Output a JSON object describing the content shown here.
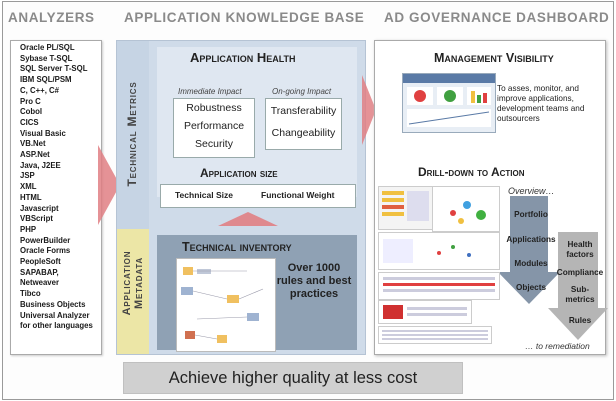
{
  "columns": {
    "analyzers": "ANALYZERS",
    "knowledge_base": "APPLICATION KNOWLEDGE BASE",
    "governance": "AD GOVERNANCE DASHBOARD"
  },
  "analyzers": [
    "Oracle PL/SQL",
    "Sybase T-SQL",
    "SQL Server T-SQL",
    "IBM SQL/PSM",
    "C, C++, C#",
    "Pro C",
    "Cobol",
    "CICS",
    "Visual Basic",
    "VB.Net",
    "ASP.Net",
    "Java, J2EE",
    "JSP",
    "XML",
    "HTML",
    "Javascript",
    "VBScript",
    "PHP",
    "PowerBuilder",
    "Oracle Forms",
    "PeopleSoft",
    "SAPABAP,",
    "Netweaver",
    "Tibco",
    "Business Objects",
    "Universal Analyzer",
    "for other languages"
  ],
  "knowledge_base": {
    "technical_metrics_label": "Technical Metrics",
    "metadata_label_1": "Application",
    "metadata_label_2": "Metadata",
    "health": {
      "title": "Application Health",
      "immediate_label": "Immediate Impact",
      "ongoing_label": "On-going Impact",
      "immediate": [
        "Robustness",
        "Performance",
        "Security"
      ],
      "ongoing": [
        "Transferability",
        "Changeability"
      ]
    },
    "size": {
      "title": "Application size",
      "items": [
        "Technical Size",
        "Functional Weight"
      ]
    },
    "inventory": {
      "title": "Technical inventory",
      "text": "Over 1000 rules and best practices"
    }
  },
  "governance": {
    "visibility_title": "Management Visibility",
    "visibility_desc": "To asses, monitor, and improve applications, development teams and outsourcers",
    "drilldown_title": "Drill-down to Action",
    "overview": "Overview…",
    "left_arrow": [
      "Portfolio",
      "Applications",
      "Modules",
      "Objects"
    ],
    "right_arrow": [
      "Health factors",
      "Compliance",
      "Sub-metrics",
      "Rules"
    ],
    "remediation": "… to remediation"
  },
  "footer": "Achieve higher quality at less cost",
  "colors": {
    "arrow": "#e07f84",
    "drill_arrow": "#8595a8",
    "compliance_arrow": "#b5b5b5",
    "metadata_band": "#ece6a6",
    "metrics_band": "#c6d4e4"
  }
}
